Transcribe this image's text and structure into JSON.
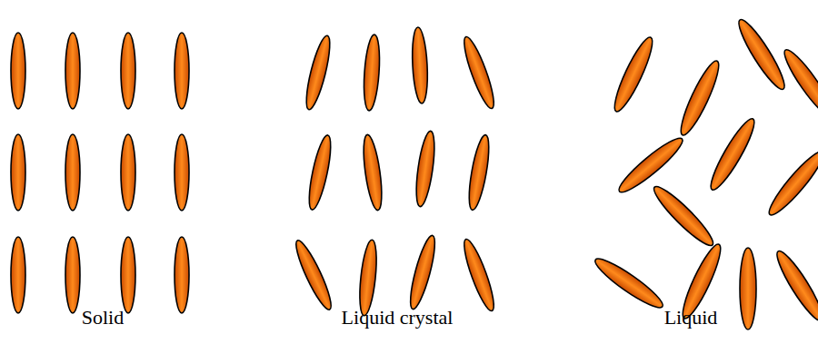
{
  "diagram": {
    "labels": [
      "Solid",
      "Liquid crystal",
      "Liquid"
    ]
  }
}
